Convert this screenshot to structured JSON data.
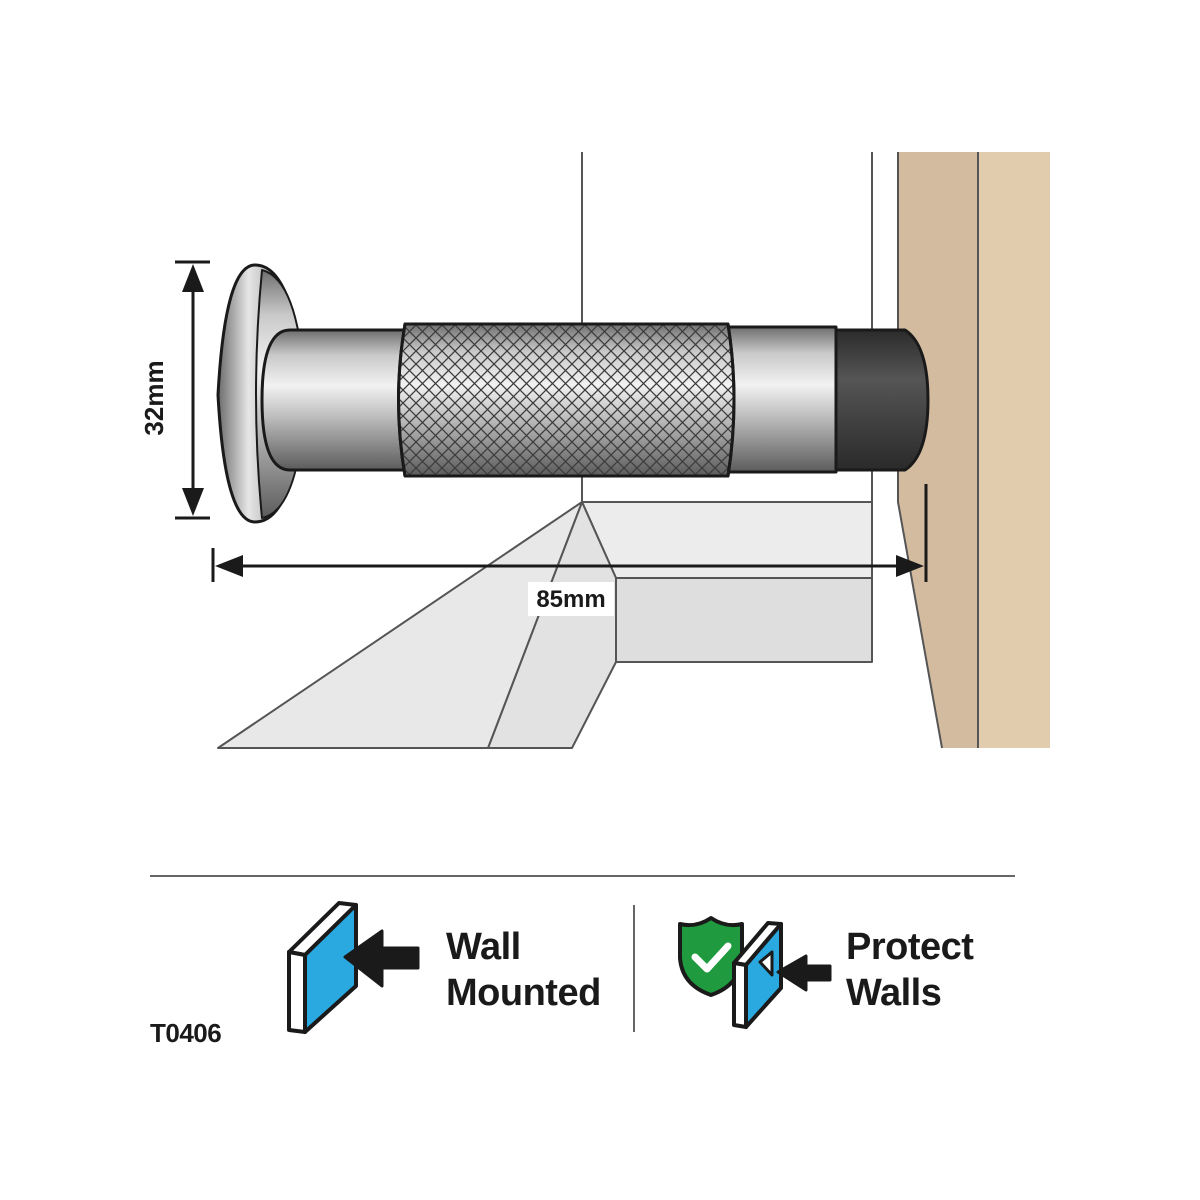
{
  "dimensions": {
    "height_label": "32mm",
    "length_label": "85mm"
  },
  "features": [
    {
      "line1": "Wall",
      "line2": "Mounted",
      "icon": "wall-mount-icon"
    },
    {
      "line1": "Protect",
      "line2": "Walls",
      "icon": "shield-check-icon"
    }
  ],
  "product_code": "T0406",
  "colors": {
    "wall_light": "#dfc9ad",
    "wall_dark": "#cdb59b",
    "floor": "#e3e3e3",
    "bumper": "#3a3a3a",
    "accent_blue": "#2aa8e0",
    "shield_green": "#1f9a3e",
    "outline": "#1a1a1a"
  }
}
